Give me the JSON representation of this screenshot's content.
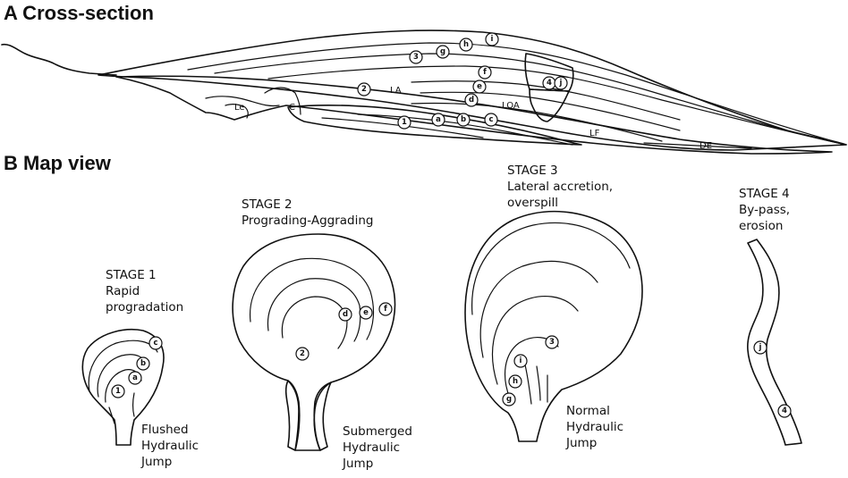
{
  "colors": {
    "orange": "#f7a21b",
    "green": "#3fb618",
    "blue": "#5cc8e4",
    "red_hatch": "#e8431a",
    "brown_hatch": "#a8661a",
    "pink": "#f2a9a4",
    "outline": "#111111"
  },
  "section_a": {
    "title": "A  Cross-section",
    "unit_labels": [
      {
        "id": "le",
        "text": "Le"
      },
      {
        "id": "c",
        "text": "C"
      },
      {
        "id": "la",
        "text": "LA"
      },
      {
        "id": "loa",
        "text": "LOA"
      },
      {
        "id": "lf",
        "text": "LF"
      },
      {
        "id": "de",
        "text": "DE"
      }
    ],
    "markers": [
      "1",
      "a",
      "b",
      "c",
      "2",
      "d",
      "e",
      "f",
      "3",
      "g",
      "h",
      "i",
      "4",
      "j"
    ]
  },
  "section_b": {
    "title": "B  Map view",
    "stages": [
      {
        "id": "stage1",
        "lines": [
          "STAGE 1",
          "Rapid",
          "progradation"
        ],
        "jump_lines": [
          "Flushed",
          "Hydraulic",
          "Jump"
        ],
        "markers": [
          "c",
          "b",
          "a",
          "1"
        ]
      },
      {
        "id": "stage2",
        "lines": [
          "STAGE 2",
          "Prograding-Aggrading"
        ],
        "jump_lines": [
          "Submerged",
          "Hydraulic",
          "Jump"
        ],
        "markers": [
          "d",
          "e",
          "f",
          "2"
        ]
      },
      {
        "id": "stage3",
        "lines": [
          "STAGE 3",
          "Lateral accretion,",
          "overspill"
        ],
        "jump_lines": [
          "Normal",
          "Hydraulic",
          "Jump"
        ],
        "markers": [
          "3",
          "i",
          "h",
          "g"
        ]
      },
      {
        "id": "stage4",
        "lines": [
          "STAGE 4",
          "By-pass,",
          "erosion"
        ],
        "jump_lines": [],
        "markers": [
          "j",
          "4"
        ]
      }
    ]
  }
}
